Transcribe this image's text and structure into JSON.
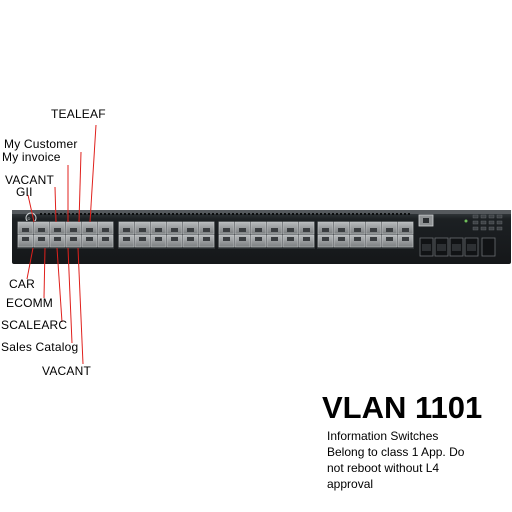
{
  "switch": {
    "port_color": "#8f9294",
    "body_color": "#1f2326",
    "lead_color": "#e0201c",
    "brand_icon": "dell-logo-icon"
  },
  "labels": {
    "tealeaf": "TEALEAF",
    "my_customer": "My Customer",
    "my_invoice": "My invoice",
    "vacant_top": "VACANT",
    "gii": "GII",
    "car": "CAR",
    "ecomm": "ECOMM",
    "scalearc": "SCALEARC",
    "sales_catalog": "Sales Catalog",
    "vacant_bottom": "VACANT"
  },
  "vlan": {
    "title": "VLAN 1101",
    "note": "Information Switches Belong to class 1 App. Do not reboot without L4 approval"
  }
}
